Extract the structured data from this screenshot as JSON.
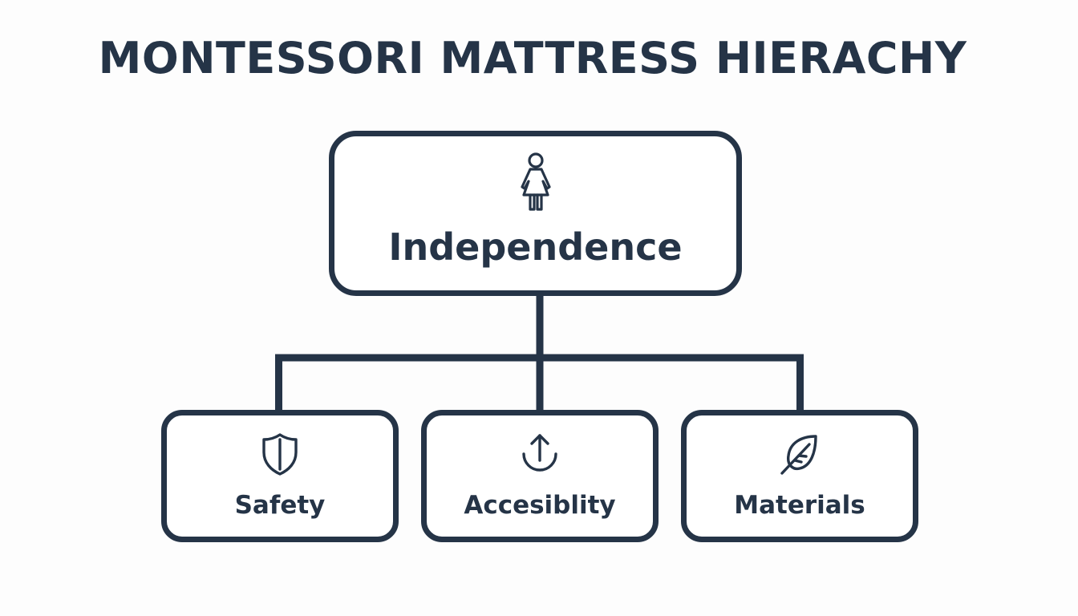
{
  "title": "MONTESSORI MATTRESS HIERACHY",
  "colors": {
    "stroke": "#253447",
    "text": "#253447",
    "background": "#fdfdfd",
    "node_fill": "#ffffff"
  },
  "root": {
    "label": "Independence",
    "icon": "child-icon"
  },
  "children": [
    {
      "label": "Safety",
      "icon": "shield-icon"
    },
    {
      "label": "Accesiblity",
      "icon": "arrow-up-icon"
    },
    {
      "label": "Materials",
      "icon": "leaf-icon"
    }
  ]
}
